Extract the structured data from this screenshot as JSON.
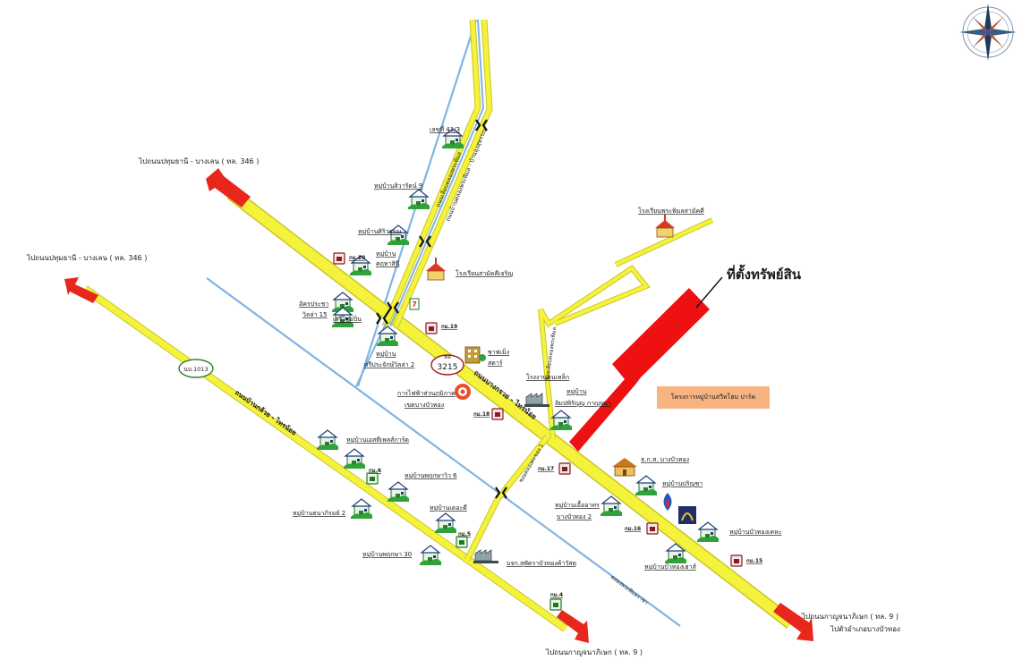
{
  "title": "ที่ตั้งทรัพย์สิน",
  "project_box": "โครงการหมู่บ้านสวีทโฮม ปาร์ค",
  "route_badge": "3215",
  "road_badge": "นบ.1013",
  "destinations": {
    "nw_upper": "ไปถนนปทุมธานี - บางเลน  ( ทล. 346 )",
    "nw_lower": "ไปถนนปทุมธานี - บางเลน ( ทล. 346 )",
    "se_line1": "ไปถนนกาญจนาภิเษก  ( ทล. 9 )",
    "se_line2": "ไปตัวอำเภอบางบัวทอง",
    "s_bottom": "ไปถนนกาญจนาภิเษก  ( ทล. 9 )"
  },
  "road_names": {
    "main": "ถนนบางกรวย - ไทรน้อย",
    "diagonal": "ถนนบ้านกล้วย - ไทรน้อย",
    "north_a": "ถนนเลียบคลองพระพิมล",
    "north_b": "ถนนบ้านคลองพระพิมล - บ้านลุงสุพรรณ",
    "soi_north": "ซอยเลียบคลองพระพิมล",
    "soi": "ซอยคลองตะของ 1",
    "canal": "คลองพระพิมลราชา"
  },
  "places": {
    "home_415": "เลขที่ 41/3",
    "village_1": "หมู่บ้านสิวารัตน์ 9",
    "village_2": "หมู่บ้านศิริวรรณ",
    "village_3_a": "หมู่บ้าน",
    "village_3_b": "คฤหาสินี",
    "school_1": "โรงเรียนพระพิมลสามัคคี",
    "school_2": "โรงเรียนสามัคคีเจริญ",
    "moo_20": "กม.20",
    "moo_19": "กม.19",
    "moo_18": "กม.18",
    "moo_17": "กม.17",
    "moo_16": "กม.16",
    "moo_15": "กม.15",
    "moo_6": "กม.6",
    "moo_5": "กม.5",
    "moo_4": "กม.4",
    "chareon_a": "อัครประชา",
    "chareon_b": "วิลล่า 15",
    "sereethai": "เสรีไทยปิ่น",
    "village_4_a": "หมู่บ้าน",
    "village_4_b": "ศรีประจักษ์วิลล่า 2",
    "market_a": "ซาฟเม็ง",
    "market_b": "สตาร์",
    "power_a": "การไฟฟ้าส่วนภูมิภาค",
    "power_b": "เขตบางบัวทอง",
    "factory": "โรงงานคนเหล็ก",
    "village_5_a": "หมู่บ้าน",
    "village_5_b": "ลิมปพิรัญญ กาญจนา",
    "village_6": "หมู่บ้านเอสทีเพลส์การ์ด",
    "village_7": "หมู่บ้านพฤกษาวิว 6",
    "village_8": "หมู่บ้านธนาภิรมย์ 2",
    "village_9": "หมู่บ้านเดอะดี",
    "village_10": "หมู่บ้านพฤกษา 30",
    "company": "บจก.สุพัตราบัวทองค้าวัสดุ",
    "bank": "ธ.ก.ส. บางบัวทอง",
    "village_11": "หมู่บ้านปริญชา",
    "village_12_a": "หมู่บ้านเอื้ออาทร",
    "village_12_b": "บางบัวทอง 2",
    "village_13": "หมู่บ้านบัวทองเคหะ",
    "village_14": "หมู่บ้านบัวทองเฮาส์"
  },
  "colors": {
    "road": "#f5f23c",
    "road_edge": "#c9c62a",
    "arrow": "#e8271c",
    "property": "#ee1111",
    "canal": "#7fb4e4",
    "callout": "#f7b482"
  },
  "icons": [
    "compass-rose-icon",
    "red-arrow-icon",
    "village-house-icon",
    "temple-icon",
    "school-icon",
    "home-icon",
    "factory-icon",
    "bank-icon",
    "gas-station-icon",
    "market-icon",
    "power-office-icon",
    "711-icon",
    "intersection-icon"
  ]
}
